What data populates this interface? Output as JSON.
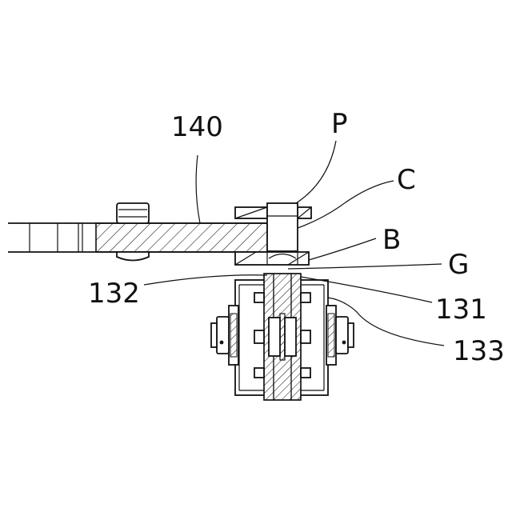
{
  "labels": {
    "arm": "140",
    "p": "P",
    "c": "C",
    "b": "B",
    "g": "G",
    "left_lower": "132",
    "right_a": "131",
    "right_b": "133"
  }
}
